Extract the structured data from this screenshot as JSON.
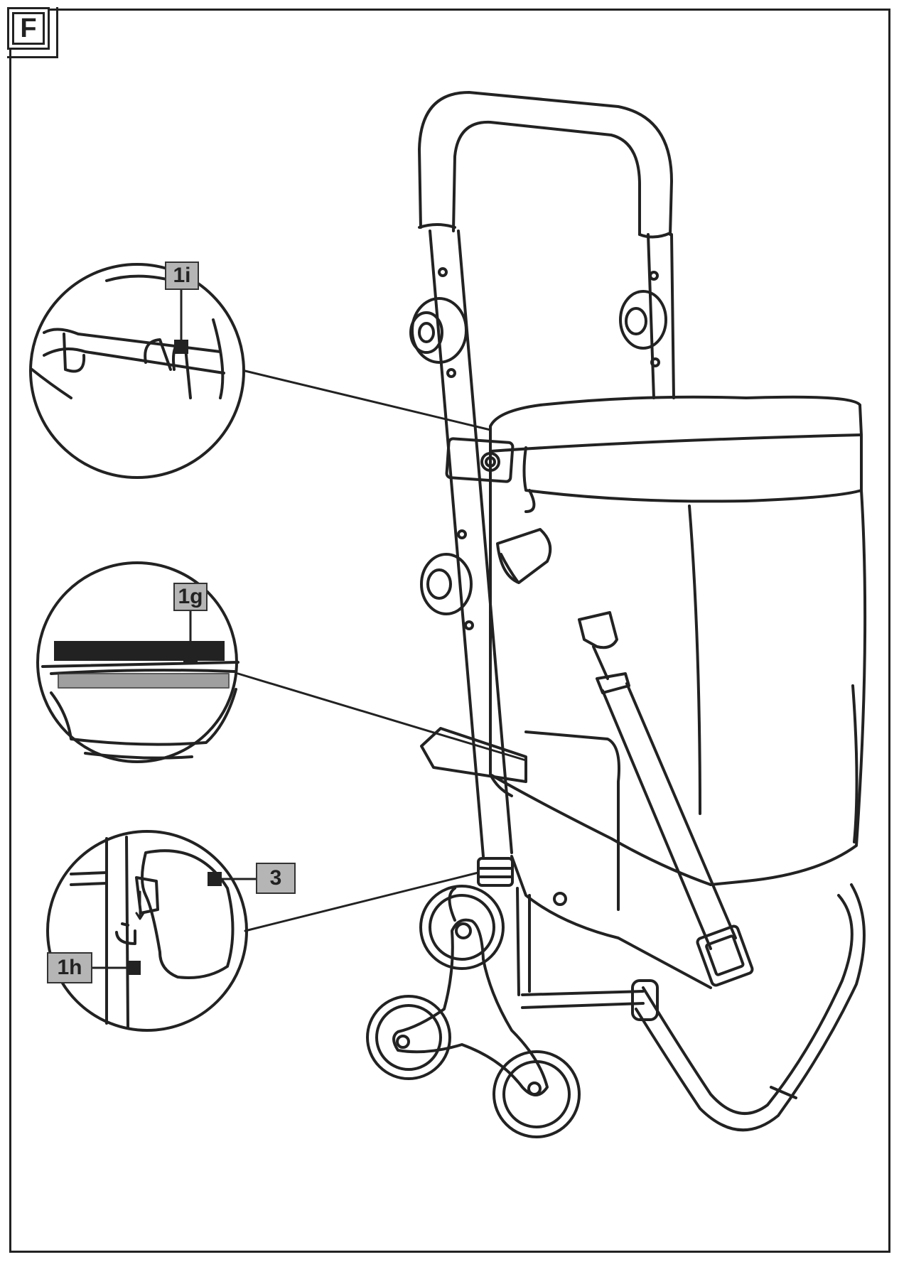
{
  "figure": {
    "tag": "F"
  },
  "callouts": {
    "c1i": "1i",
    "c1g": "1g",
    "c3": "3",
    "c1h": "1h"
  },
  "colors": {
    "line": "#222222",
    "label_fill": "#b5b5b5",
    "background": "#ffffff"
  }
}
